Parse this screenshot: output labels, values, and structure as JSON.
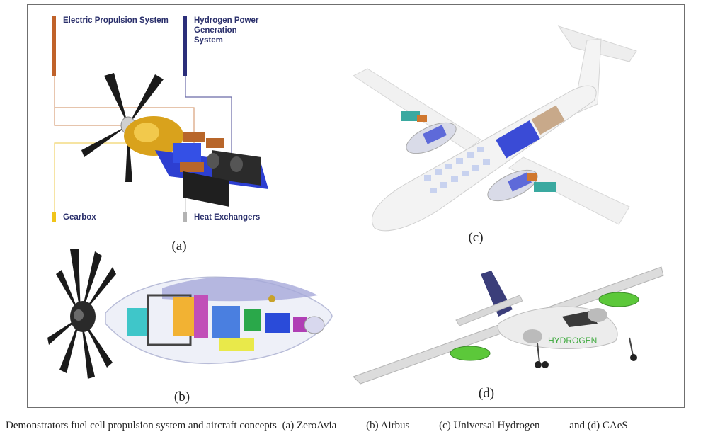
{
  "panel_a": {
    "label": "(a)",
    "callouts": {
      "electric_propulsion": "Electric Propulsion System",
      "hydrogen_power_line1": "Hydrogen Power Generation",
      "hydrogen_power_line2": "System",
      "gearbox": "Gearbox",
      "heat_exchangers": "Heat Exchangers"
    },
    "colors": {
      "electric": "#c0622a",
      "hydrogen": "#2b2e7a",
      "gearbox": "#f0c419",
      "heat": "#b3b3b3"
    }
  },
  "panel_b": {
    "label": "(b)"
  },
  "panel_c": {
    "label": "(c)"
  },
  "panel_d": {
    "label": "(d)",
    "fuselage_text": "HYDROGEN"
  },
  "caption": {
    "lead": "Demonstrators fuel cell propulsion system and aircraft concepts",
    "a": "(a) ZeroAvia",
    "b": "(b) Airbus",
    "c": "(c) Universal Hydrogen",
    "d": "and (d) CAeS"
  }
}
